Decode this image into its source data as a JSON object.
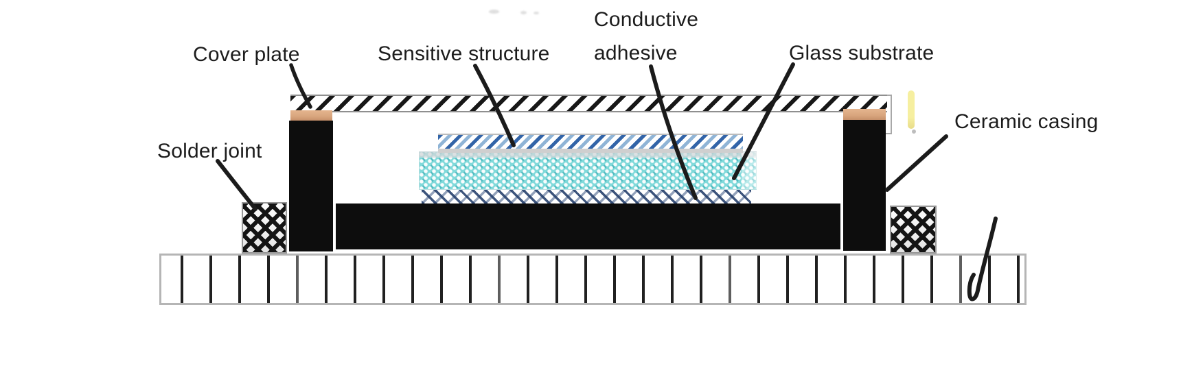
{
  "figure": {
    "type": "cross-section schematic of a packaged pressure sensor",
    "background": "#ffffff"
  },
  "labels": {
    "cover_plate": "Cover plate",
    "sensitive_structure": "Sensitive structure",
    "conductive_adhesive_line1": "Conductive",
    "conductive_adhesive_line2": "adhesive",
    "glass_substrate": "Glass substrate",
    "ceramic_casing": "Ceramic casing",
    "solder_joint": "Solder joint"
  },
  "colors": {
    "label_text": "#1c1c1c",
    "line": "#1b1b1b",
    "pillar_black": "#0d0d0d",
    "solder_black": "#141414",
    "cover_hatch": "#171717",
    "cap_tan": "#d8a57d",
    "glass_cyan": "#80d9da",
    "hatch_blue_dark": "#3264a8",
    "hatch_blue_light": "#8fb4d6",
    "border_gray": "#b5b5b5",
    "yellow_mark": "#f6efa0"
  },
  "pcb": {
    "pin_count": 30
  }
}
